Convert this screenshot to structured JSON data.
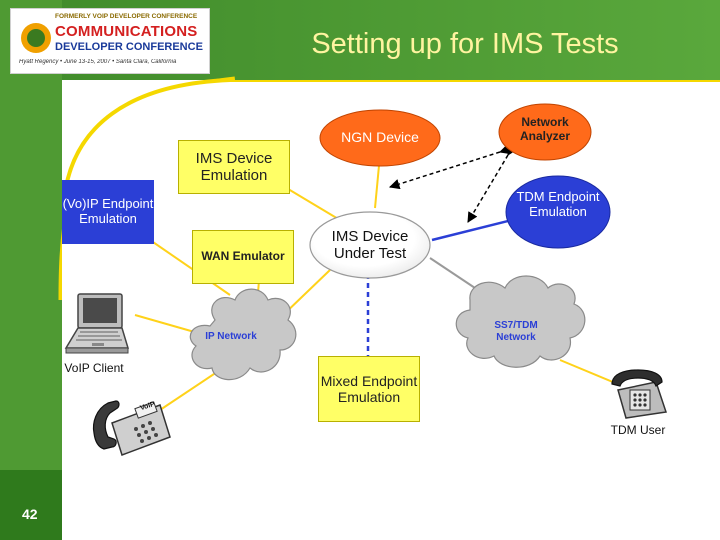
{
  "header": {
    "title": "Setting up for IMS Tests",
    "logo": {
      "top_line": "FORMERLY VOIP DEVELOPER CONFERENCE",
      "line1": "COMMUNICATIONS",
      "line2": "DEVELOPER CONFERENCE",
      "tagline": "Hyatt Regency • June 13-15, 2007 • Santa Clara, California"
    }
  },
  "colors": {
    "green": "#4f9a33",
    "green_dark": "#2f7a1c",
    "title_yellow": "#fff4a0",
    "accent_yellow": "#f5d800",
    "box_yellow": "#ffff66",
    "orange": "#ff6a1a",
    "blue": "#2b3fd6",
    "cloud_gray": "#c8c8c8"
  },
  "nodes": {
    "ims_device_emulation": "IMS Device Emulation",
    "vo_ip_endpoint_emulation": "(Vo)IP Endpoint Emulation",
    "wan_emulator": "WAN Emulator",
    "ngn_device": "NGN Device",
    "ims_device_under_test": "IMS Device Under Test",
    "network_analyzer": "Network Analyzer",
    "tdm_endpoint_emulation": "TDM Endpoint Emulation",
    "ip_network": "IP Network",
    "ss7_tdm_network": "SS7/TDM Network",
    "voip_client": "VoIP Client",
    "mixed_endpoint_emulation": "Mixed Endpoint Emulation",
    "tdm_user": "TDM User",
    "phone_label": "VoIP"
  },
  "icons": [
    "laptop-icon",
    "voip-phone-icon",
    "tdm-phone-icon"
  ],
  "page_number": "42"
}
